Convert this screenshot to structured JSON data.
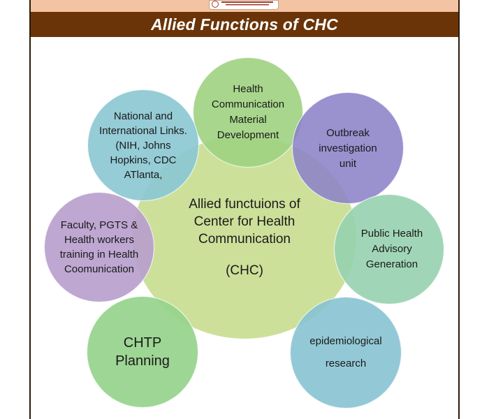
{
  "title": "Allied Functions of CHC",
  "center": {
    "label": "Allied functuions of\nCenter for Health\nCommunication",
    "sub": "(CHC)"
  },
  "nodes": [
    {
      "key": "hcm",
      "label": "Health\nCommunication\nMaterial\nDevelopment"
    },
    {
      "key": "ob",
      "label": "Outbreak\ninvestigation\nunit"
    },
    {
      "key": "pha",
      "label": "Public Health\nAdvisory\nGeneration"
    },
    {
      "key": "epi",
      "label": "epidemiological\nresearch"
    },
    {
      "key": "chtp",
      "label": "CHTP\nPlanning"
    },
    {
      "key": "fac",
      "label": "Faculty, PGTS &\nHealth workers\ntraining in Health\nCoomunication"
    },
    {
      "key": "nat",
      "label": "National and\nInternational Links.\n(NIH, Johns\nHopkins, CDC\nATlanta,"
    }
  ],
  "colors": {
    "title_bar": "#6a3408",
    "top_band": "#f4c3a3",
    "center": "#c4db88"
  },
  "icons": {
    "logo": "university-logo"
  }
}
